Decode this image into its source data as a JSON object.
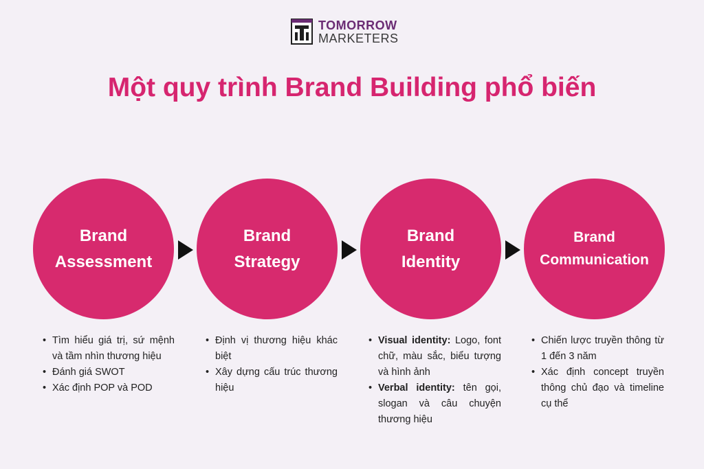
{
  "logo": {
    "line1": "TOMORROW",
    "line2": "MARKETERS",
    "colors": {
      "purple": "#6b2c74",
      "dark": "#3a3a3a"
    }
  },
  "title": "Một quy trình Brand Building phổ biến",
  "colors": {
    "accent": "#d6256f",
    "circle": "#d72a6e",
    "background": "#f4f0f6"
  },
  "steps": [
    {
      "line1": "Brand",
      "line2": "Assessment",
      "bullets": [
        {
          "text": "Tìm hiểu giá trị, sứ mệnh và tầm nhìn thương hiệu"
        },
        {
          "text": "Đánh giá SWOT"
        },
        {
          "text": "Xác định POP và POD"
        }
      ]
    },
    {
      "line1": "Brand",
      "line2": "Strategy",
      "bullets": [
        {
          "text": "Định vị thương hiệu khác biệt"
        },
        {
          "text": "Xây dựng cấu trúc thương hiệu"
        }
      ]
    },
    {
      "line1": "Brand",
      "line2": "Identity",
      "bullets": [
        {
          "bold": "Visual identity:",
          "text": " Logo, font chữ, màu sắc, biểu tượng và hình ảnh"
        },
        {
          "bold": "Verbal identity:",
          "text": " tên gọi, slogan và câu chuyện thương hiệu"
        }
      ]
    },
    {
      "line1": "Brand",
      "line2": "Communication",
      "bullets": [
        {
          "text": "Chiến lược truyền thông từ 1 đến 3 năm"
        },
        {
          "text": "Xác định concept truyền thông chủ đạo và timeline cụ thể"
        }
      ]
    }
  ]
}
